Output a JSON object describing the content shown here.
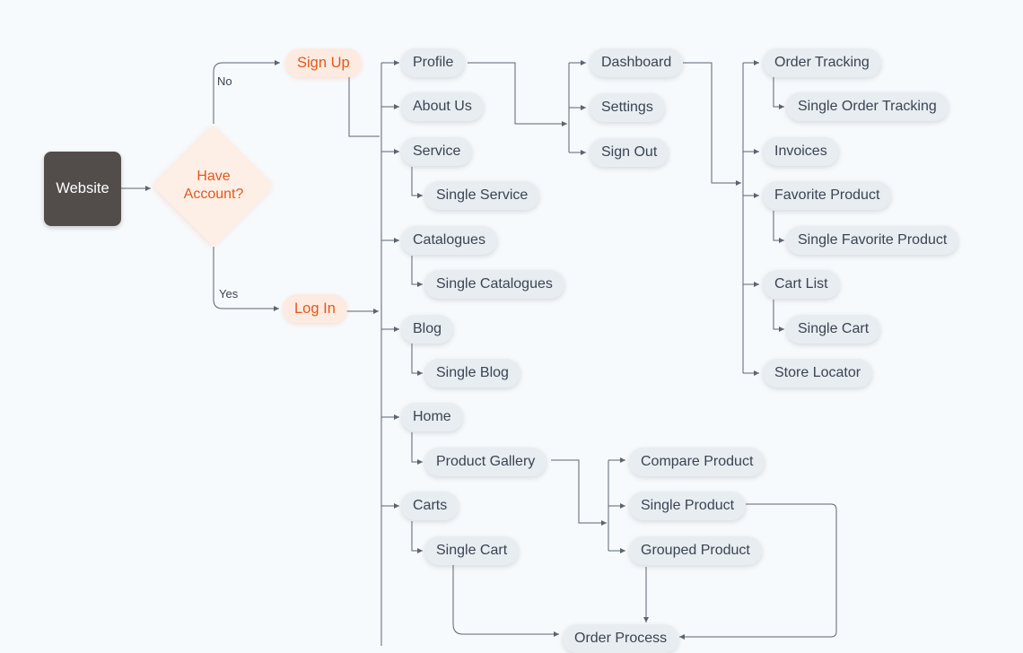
{
  "nodes": {
    "website": "Website",
    "have_account_line1": "Have",
    "have_account_line2": "Account?",
    "sign_up": "Sign Up",
    "log_in": "Log In",
    "profile": "Profile",
    "about_us": "About Us",
    "service": "Service",
    "single_service": "Single Service",
    "catalogues": "Catalogues",
    "single_catalogues": "Single Catalogues",
    "blog": "Blog",
    "single_blog": "Single Blog",
    "home": "Home",
    "product_gallery": "Product Gallery",
    "carts": "Carts",
    "single_cart": "Single Cart",
    "dashboard": "Dashboard",
    "settings": "Settings",
    "sign_out": "Sign Out",
    "order_tracking": "Order Tracking",
    "single_order_tracking": "Single Order Tracking",
    "invoices": "Invoices",
    "favorite_product": "Favorite Product",
    "single_favorite_product": "Single Favorite Product",
    "cart_list": "Cart List",
    "single_cart_2": "Single Cart",
    "store_locator": "Store Locator",
    "compare_product": "Compare Product",
    "single_product": "Single Product",
    "grouped_product": "Grouped Product",
    "order_process": "Order Process"
  },
  "branch_labels": {
    "no": "No",
    "yes": "Yes"
  },
  "colors": {
    "background": "#f7fafc",
    "pill": "#e8edf2",
    "accent": "#e4571d",
    "accent_bg": "#fdebe1",
    "start_node": "#524c4b",
    "edge": "#5b6470"
  }
}
